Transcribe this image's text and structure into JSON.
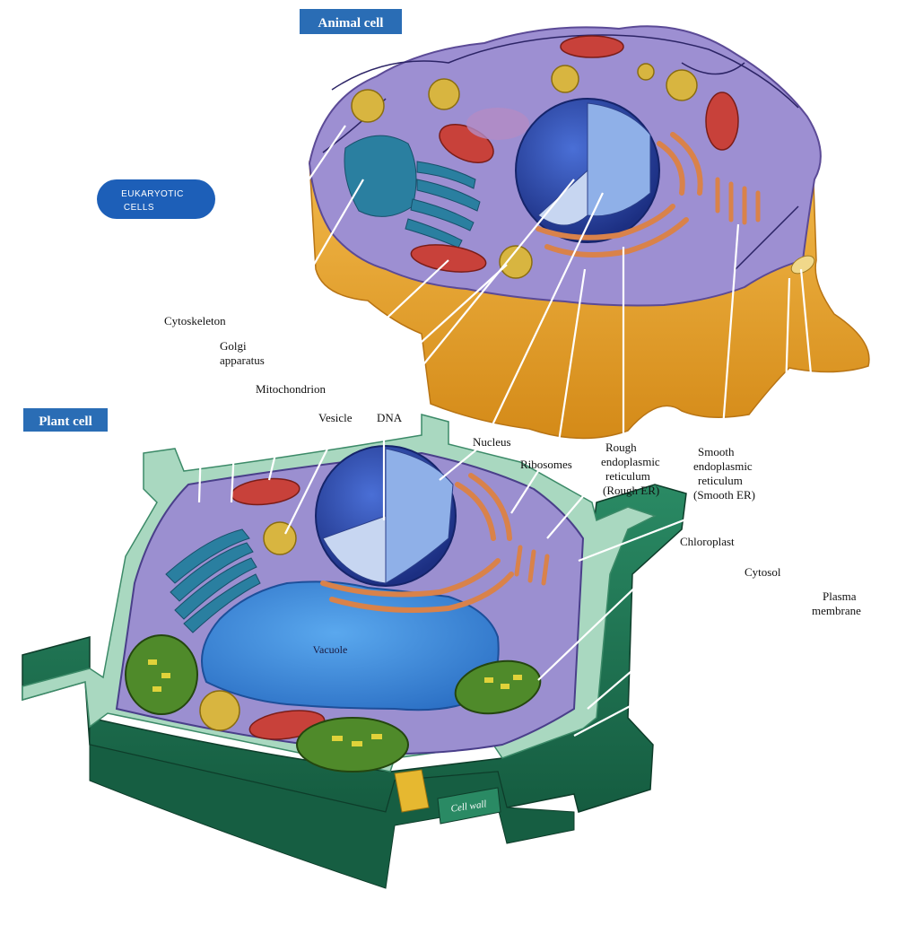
{
  "titles": {
    "animal_cell": "Animal cell",
    "plant_cell": "Plant cell",
    "eukaryotic": [
      "EUKARYOTIC",
      "CELLS"
    ]
  },
  "labels": {
    "cytoskeleton": "Cytoskeleton",
    "golgi": [
      "Golgi",
      "apparatus"
    ],
    "mitochondrion": "Mitochondrion",
    "vesicle": "Vesicle",
    "dna": "DNA",
    "nucleus": "Nucleus",
    "ribosomes": "Ribosomes",
    "rough_er": [
      "Rough",
      "endoplasmic",
      "reticulum",
      "(Rough ER)"
    ],
    "smooth_er": [
      "Smooth",
      "endoplasmic",
      "reticulum",
      "(Smooth ER)"
    ],
    "chloroplast": "Chloroplast",
    "cytosol": "Cytosol",
    "plasma_membrane": [
      "Plasma",
      "membrane"
    ],
    "vacuole": "Vacuole",
    "cell_wall": "Cell wall"
  },
  "colors": {
    "title_box": "#2a6db5",
    "eukaryotic_box": "#1d5fb8",
    "animal_body": "#e8a22a",
    "cytoplasm": "#9b8fd0",
    "nucleus": "#2f4fb0",
    "plant_wall": "#1f7a58",
    "wall_light": "#a9d8c0",
    "vacuole": "#3a86d8",
    "chloroplast": "#4f8a2a",
    "mitochondrion": "#c8413a",
    "vesicle": "#d8b540",
    "er": "#d9824a",
    "golgi": "#2a7fa0"
  }
}
